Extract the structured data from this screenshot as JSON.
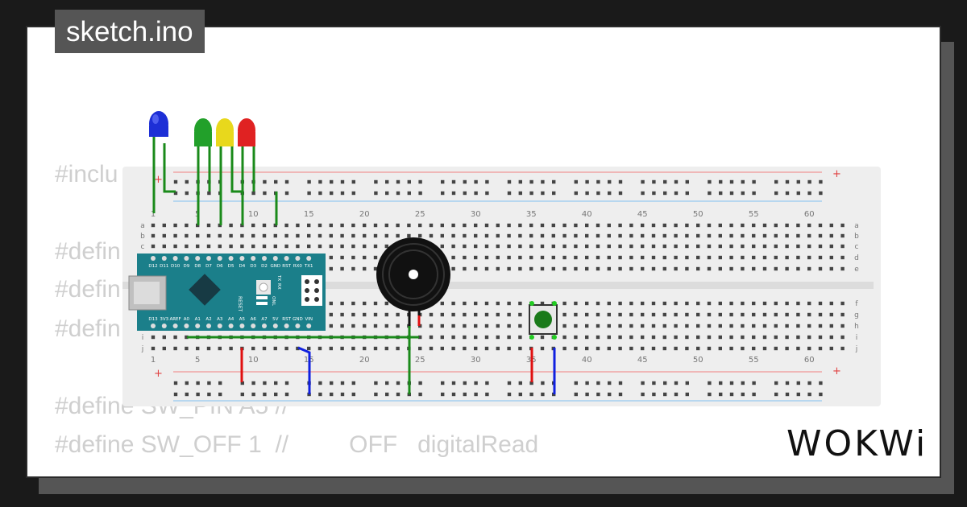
{
  "title": "sketch.ino",
  "code_lines": [
    "#inclu",
    "#defin",
    "#defin",
    "#defin",
    "#define SW_PIN A5 //",
    "#define SW_OFF 1  //         OFF   digitalRead"
  ],
  "breadboard": {
    "column_numbers": [
      "1",
      "5",
      "10",
      "15",
      "20",
      "25",
      "30",
      "35",
      "40",
      "45",
      "50",
      "55",
      "60"
    ],
    "row_letters_top": [
      "a",
      "b",
      "c",
      "d",
      "e"
    ],
    "row_letters_bottom": [
      "f",
      "g",
      "h",
      "i",
      "j"
    ],
    "rail_plus": "+",
    "rail_minus": "-"
  },
  "nano": {
    "top_pins": [
      "D12",
      "D11",
      "D10",
      "D9",
      "D8",
      "D7",
      "D6",
      "D5",
      "D4",
      "D3",
      "D2",
      "GND",
      "RST",
      "RX0",
      "TX1"
    ],
    "bottom_pins": [
      "D13",
      "3V3",
      "AREF",
      "A0",
      "A1",
      "A2",
      "A3",
      "A4",
      "A5",
      "A6",
      "A7",
      "5V",
      "RST",
      "GND",
      "VIN"
    ],
    "labels": [
      "RESET",
      "TX",
      "RX",
      "ON",
      "L"
    ]
  },
  "leds": [
    {
      "color": "#1d2fd6",
      "name": "blue-led"
    },
    {
      "color": "#22a02a",
      "name": "green-led"
    },
    {
      "color": "#e8d81c",
      "name": "yellow-led"
    },
    {
      "color": "#e02222",
      "name": "red-led"
    }
  ],
  "logo": "WOKWi",
  "colors": {
    "wire_green": "#1a8a1a",
    "wire_red": "#e01010",
    "wire_blue": "#1020e0",
    "board_teal": "#1b7f8a",
    "breadboard": "#f0f0f0"
  }
}
